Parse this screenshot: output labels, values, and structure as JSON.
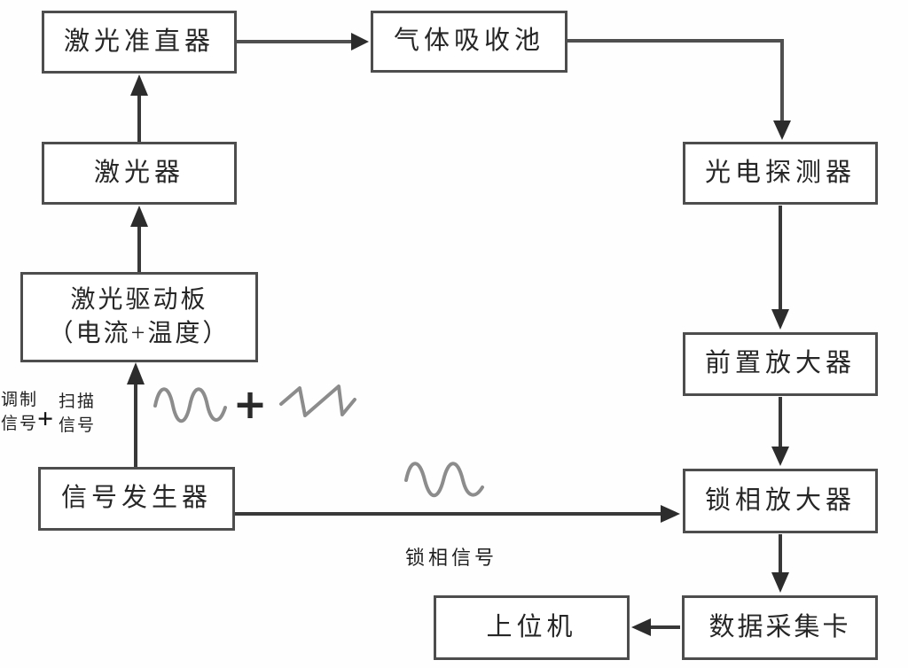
{
  "nodes": {
    "laser_collimator": "激光准直器",
    "gas_cell": "气体吸收池",
    "laser": "激光器",
    "laser_driver_line1": "激光驱动板",
    "laser_driver_line2": "（电流+温度）",
    "signal_generator": "信号发生器",
    "photodetector": "光电探测器",
    "preamplifier": "前置放大器",
    "lockin_amplifier": "锁相放大器",
    "daq_card": "数据采集卡",
    "host_computer": "上位机"
  },
  "annotations": {
    "modulation_line1": "调制",
    "modulation_line2": "信号",
    "sum_plus": "+",
    "scan_line1": "扫描",
    "scan_line2": "信号",
    "waveform_plus": "+",
    "lockin_signal": "锁相信号"
  },
  "icons": {
    "sine_wave_top": "sine-wave",
    "sawtooth_wave": "sawtooth-wave",
    "sine_wave_bottom": "sine-wave"
  },
  "colors": {
    "box_border": "#4d4d4d",
    "arrow": "#2c2c2c",
    "text": "#262626",
    "waveform": "#8c8c8c",
    "background": "#fefefe"
  }
}
